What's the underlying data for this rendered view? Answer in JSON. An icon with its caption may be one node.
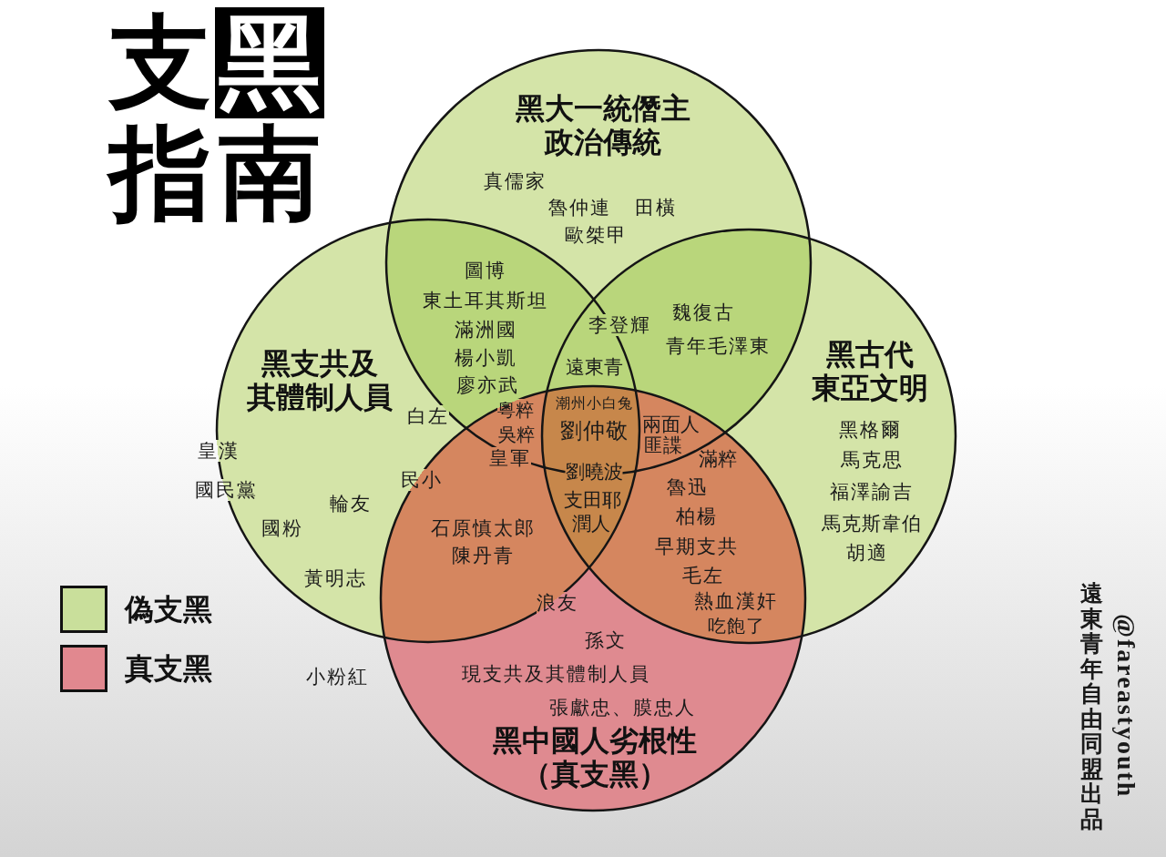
{
  "diagram": {
    "title": "支黑指南",
    "nodes": [
      {
        "text": [
          "黑大一統僭主政治傳統"
        ]
      },
      {
        "text": [
          "黑支共及其體制人員"
        ]
      },
      {
        "text": [
          "黑古代東亞文明"
        ]
      },
      {
        "text": [
          "黑中國人劣根性（真支黑）"
        ]
      }
    ],
    "labels": [
      "真儒家",
      "魯仲連",
      "田橫",
      "歐桀甲",
      "圖博",
      "東土耳其斯坦",
      "魏復古",
      "滿洲國",
      "李登輝",
      "楊小凱",
      "青年毛澤東",
      "遠東青",
      "廖亦武",
      "白左",
      "粵粹",
      "潮州小白兔",
      "吳粹",
      "劉仲敬",
      "兩面人",
      "黑格爾",
      "皇漢",
      "皇軍",
      "匪諜",
      "滿粹",
      "馬克思",
      "國民黨",
      "民小",
      "劉曉波",
      "魯迅",
      "福澤諭吉",
      "輪友",
      "支田耶",
      "柏楊",
      "國粉",
      "石原慎太郎",
      "潤人",
      "馬克斯韋伯",
      "陳丹青",
      "早期支共",
      "胡適",
      "黃明志",
      "毛左",
      "浪友",
      "熱血漢奸",
      "孫文",
      "吃飽了",
      "小粉紅",
      "現支共及其體制人員",
      "張獻忠、膜忠人",
      "遠東青年自由同盟出品",
      "@fareastyouth"
    ],
    "legend": [
      {
        "text": "偽支黑",
        "color": "#c9df9b"
      },
      {
        "text": "真支黑",
        "color": "#e1888f"
      }
    ]
  }
}
